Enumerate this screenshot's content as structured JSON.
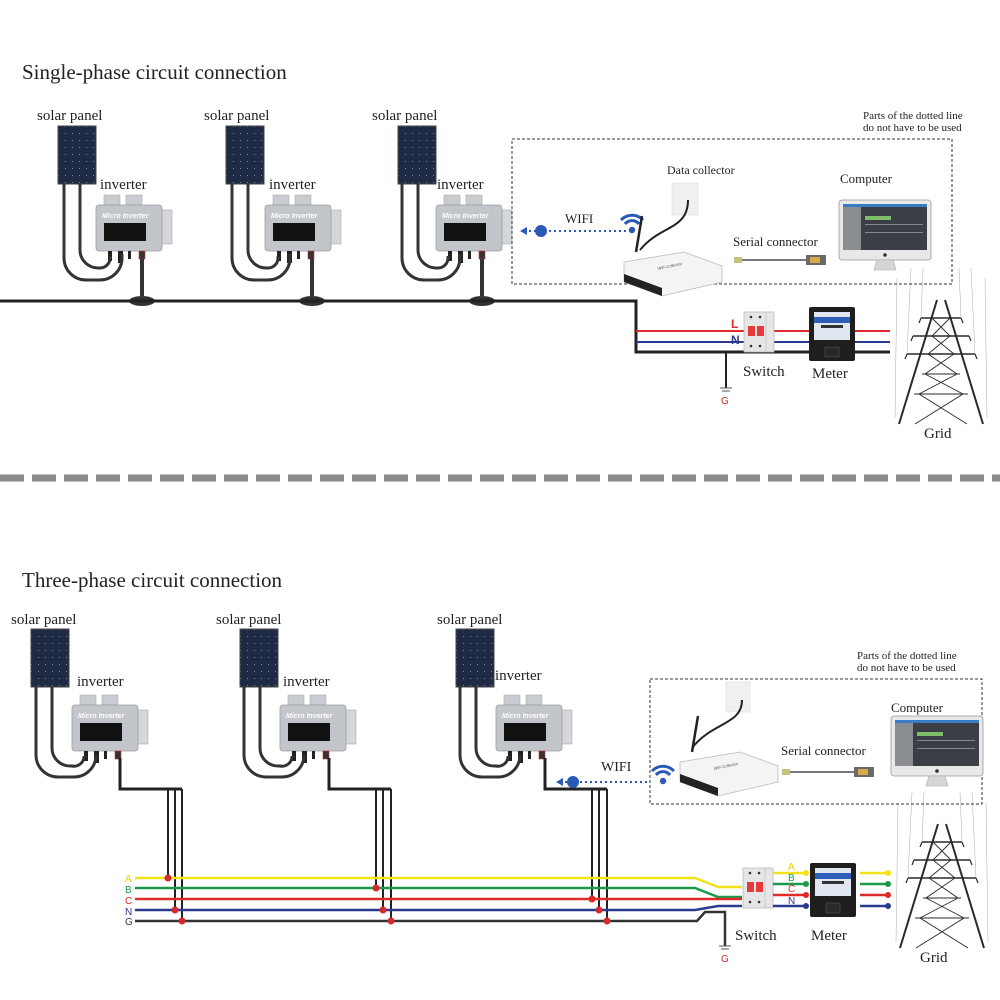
{
  "single_phase": {
    "title": "Single-phase circuit connection",
    "units": [
      {
        "panel_label": "solar panel",
        "inverter_label": "inverter",
        "inverter_brand": "Micro Inverter"
      },
      {
        "panel_label": "solar panel",
        "inverter_label": "inverter",
        "inverter_brand": "Micro Inverter"
      },
      {
        "panel_label": "solar panel",
        "inverter_label": "inverter",
        "inverter_brand": "Micro Inverter"
      }
    ],
    "note_line1": "Parts of the dotted line",
    "note_line2": "do not have to be used",
    "wifi_label": "WIFI",
    "data_collector_label": "Data collector",
    "serial_connector_label": "Serial connector",
    "computer_label": "Computer",
    "line_labels": {
      "L": "L",
      "N": "N"
    },
    "ground_label": "G",
    "switch_label": "Switch",
    "meter_label": "Meter",
    "grid_label": "Grid"
  },
  "three_phase": {
    "title": "Three-phase circuit connection",
    "units": [
      {
        "panel_label": "solar panel",
        "inverter_label": "inverter",
        "inverter_brand": "Micro Inverter"
      },
      {
        "panel_label": "solar panel",
        "inverter_label": "inverter",
        "inverter_brand": "Micro Inverter"
      },
      {
        "panel_label": "solar panel",
        "inverter_label": "inverter",
        "inverter_brand": "Micro Inverter"
      }
    ],
    "note_line1": "Parts of the dotted line",
    "note_line2": "do not have to be used",
    "wifi_label": "WIFI",
    "serial_connector_label": "Serial connector",
    "computer_label": "Computer",
    "bus_labels": [
      "A",
      "B",
      "C",
      "N",
      "G"
    ],
    "ground_label": "G",
    "switch_label": "Switch",
    "meter_label": "Meter",
    "grid_label": "Grid"
  },
  "colors": {
    "phase_A": "#f2e21a",
    "phase_B": "#1a9a4a",
    "phase_C": "#e02a2a",
    "neutral": "#2a3a8f",
    "ground": "#333333",
    "live_L": "#e02a2a",
    "wifi_blue": "#2a5ab5",
    "connection_dot": "#d42a2a",
    "divider": "#8a8a8a"
  }
}
